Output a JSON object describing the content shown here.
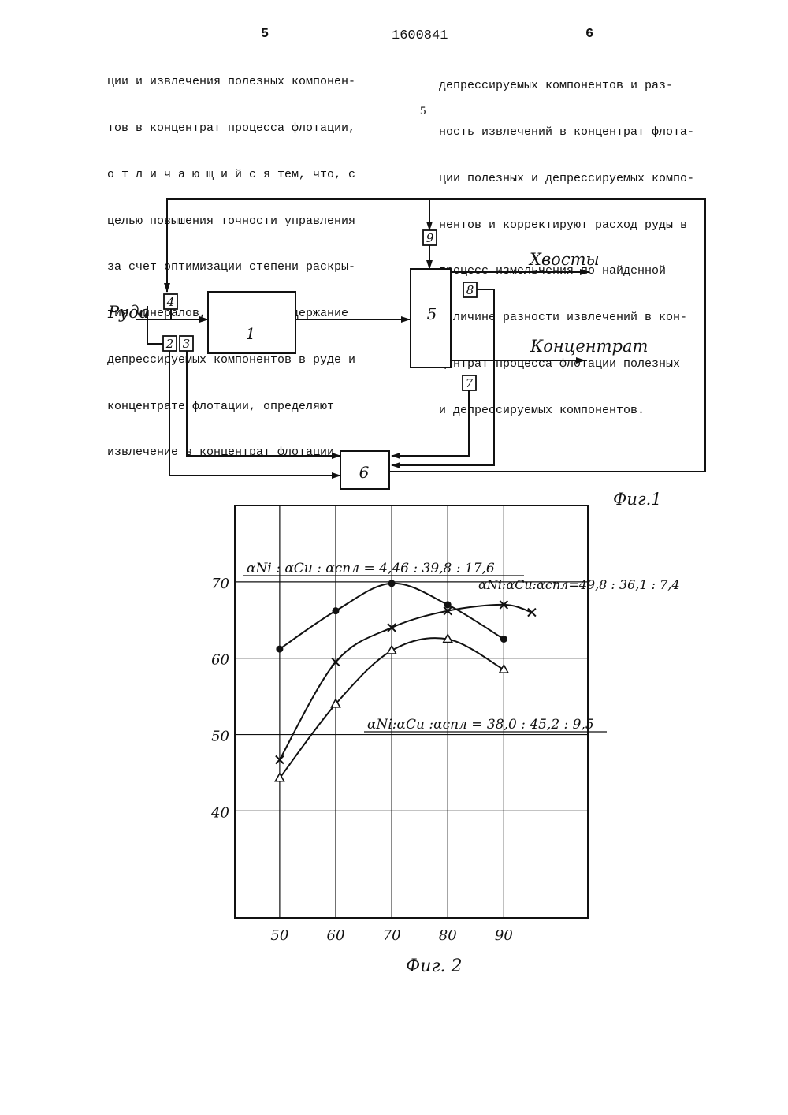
{
  "header": {
    "page_left": "5",
    "patent_number": "1600841",
    "page_right": "6"
  },
  "left_column": [
    "ции и извлечения полезных компонен-",
    "тов в концентрат процесса флотации,",
    "о т л и ч а ю щ и й с я тем, что, с",
    "целью повышения точности управления",
    "за счет оптимизации степени раскры-",
    "тия минералов, измеряют содержание",
    "депрессируемых компонентов в руде и",
    "концентрате флотации, определяют",
    "извлечение в концентрат флотации"
  ],
  "right_column": [
    "депрессируемых компонентов и раз-",
    "ность извлечений в концентрат флота-",
    "ции полезных и депрессируемых компо-",
    "нентов и корректируют расход руды в",
    "процесс измельчения по найденной",
    "величине разности извлечений в кон-",
    "центрат процесса флотации полезных",
    "и депрессируемых компонентов."
  ],
  "line_number": "5",
  "fig1": {
    "caption": "Фиг.1",
    "input_label": "Руда",
    "output_tails": "Хвосты",
    "output_concentrate": "Концентрат",
    "block_1": "1",
    "block_5": "5",
    "block_6": "6",
    "sensor_2": "2",
    "sensor_3": "3",
    "sensor_4": "4",
    "sensor_7": "7",
    "sensor_8": "8",
    "sensor_9": "9"
  },
  "fig2": {
    "caption": "Фиг. 2",
    "annotation_top": "αNi : αCu : αспл = 4,46 : 39,8 : 17,6",
    "annotation_right": "αNi:αCu:αспл=49,8 : 36,1 : 7,4",
    "annotation_bottom": "αNi:αCu :αспл = 38,0 : 45,2 : 9,5"
  },
  "chart_data": {
    "type": "line",
    "title": "",
    "xlabel": "",
    "ylabel": "",
    "x_ticks": [
      50,
      60,
      70,
      80,
      90
    ],
    "y_ticks": [
      40,
      50,
      60,
      70
    ],
    "xlim": [
      42,
      105
    ],
    "ylim": [
      26,
      80
    ],
    "grid": true,
    "series": [
      {
        "marker": "dot",
        "x": [
          50,
          60,
          70,
          80,
          90
        ],
        "y": [
          61.2,
          66.2,
          69.8,
          67.0,
          62.5
        ]
      },
      {
        "marker": "cross",
        "x": [
          50,
          60,
          70,
          80,
          90,
          95
        ],
        "y": [
          46.7,
          59.5,
          64.0,
          66.2,
          67.0,
          66.0
        ]
      },
      {
        "marker": "triangle",
        "x": [
          50,
          60,
          70,
          80,
          90
        ],
        "y": [
          44.3,
          54.0,
          61.0,
          62.5,
          58.5
        ]
      }
    ]
  }
}
